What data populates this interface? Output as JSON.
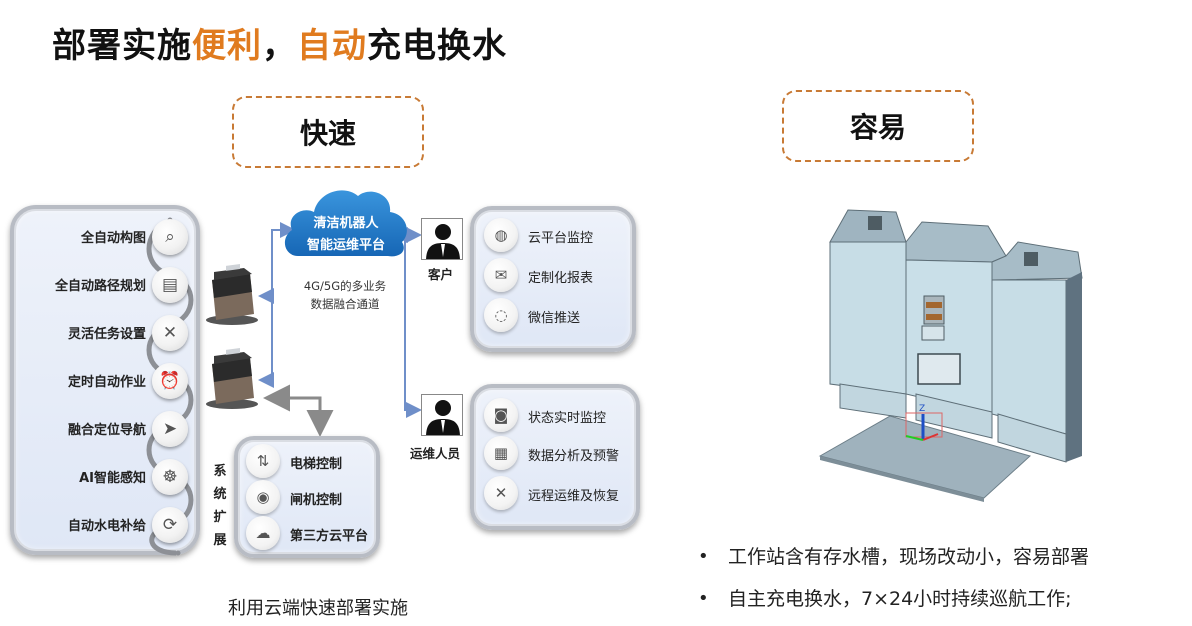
{
  "title": {
    "part1": "部署实施",
    "accent1": "便利",
    "comma": "，",
    "accent2": "自动",
    "part2": "充电换水"
  },
  "colors": {
    "accent": "#e07b1f",
    "dash_border": "#c87a35",
    "cloud": "#1a74c4",
    "connector": "#6f8fc9",
    "panel_bg": "#e3eaf7"
  },
  "sections": {
    "fast": "快速",
    "easy": "容易"
  },
  "features": [
    {
      "label": "全自动构图",
      "icon": "search-icon"
    },
    {
      "label": "全自动路径规划",
      "icon": "document-icon"
    },
    {
      "label": "灵活任务设置",
      "icon": "tools-icon"
    },
    {
      "label": "定时自动作业",
      "icon": "alarm-clock-icon"
    },
    {
      "label": "融合定位导航",
      "icon": "navigation-arrow-icon"
    },
    {
      "label": "AI智能感知",
      "icon": "ai-head-icon"
    },
    {
      "label": "自动水电补给",
      "icon": "refresh-icon"
    }
  ],
  "cloud": {
    "line1": "清洁机器人",
    "line2": "智能运维平台"
  },
  "channel_note": {
    "line1": "4G/5G的多业务",
    "line2": "数据融合通道"
  },
  "customer": {
    "label": "客户",
    "items": [
      {
        "label": "云平台监控",
        "icon": "globe-icon"
      },
      {
        "label": "定制化报表",
        "icon": "mail-icon"
      },
      {
        "label": "微信推送",
        "icon": "chat-icon"
      }
    ]
  },
  "ops": {
    "label": "运维人员",
    "items": [
      {
        "label": "状态实时监控",
        "icon": "monitor-icon"
      },
      {
        "label": "数据分析及预警",
        "icon": "report-icon"
      },
      {
        "label": "远程运维及恢复",
        "icon": "tools-icon"
      }
    ]
  },
  "extension": {
    "vertical_label": [
      "系",
      "统",
      "扩",
      "展"
    ],
    "items": [
      {
        "label": "电梯控制",
        "icon": "elevator-icon"
      },
      {
        "label": "闸机控制",
        "icon": "gate-icon"
      },
      {
        "label": "第三方云平台",
        "icon": "cloud-download-icon"
      }
    ]
  },
  "caption": "利用云端快速部署实施",
  "bullets": [
    "工作站含有存水槽，现场改动小，容易部署",
    "自主充电换水，7×24小时持续巡航工作;"
  ],
  "bullet_symbol": "•",
  "axis_label": "Z"
}
